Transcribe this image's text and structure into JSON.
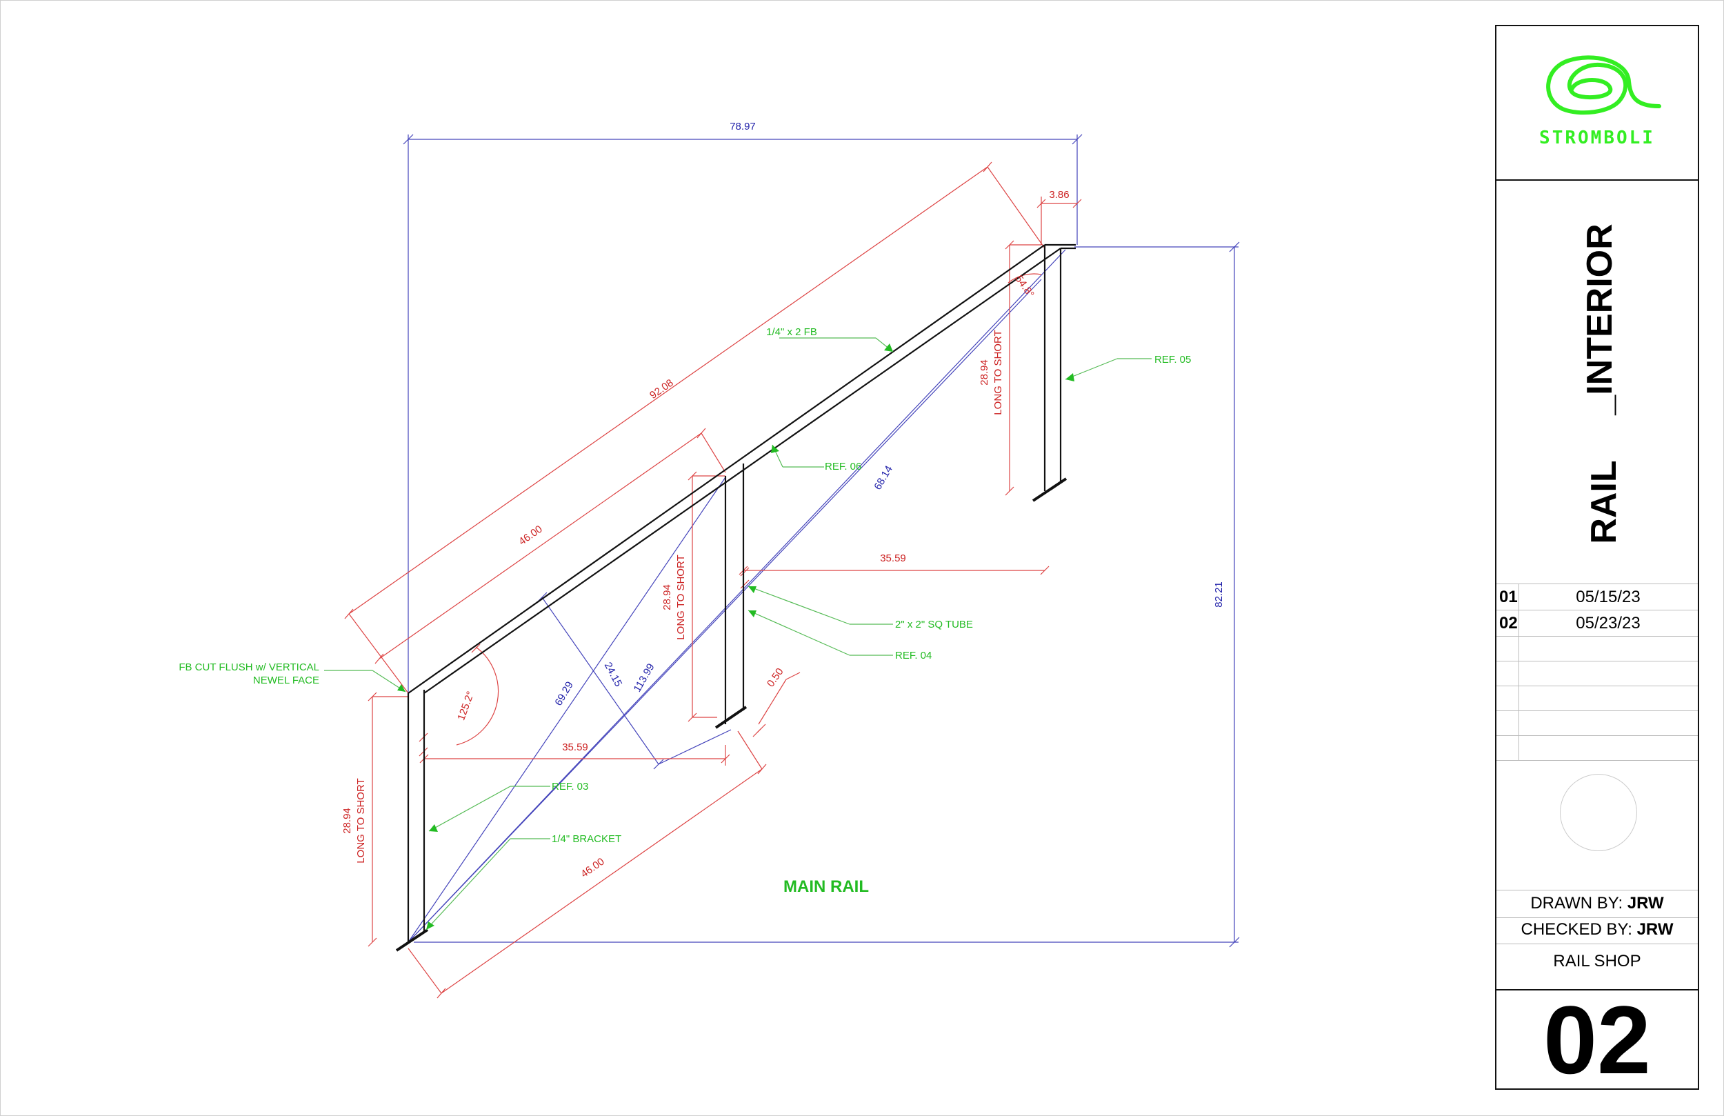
{
  "drawing": {
    "dims_red": {
      "d_92_08": "92.08",
      "d_46_00_top": "46.00",
      "d_3_86": "3.86",
      "d_54_8": "54.8°",
      "d_35_59_upper": "35.59",
      "d_35_59_lower": "35.59",
      "d_0_50": "0.50",
      "d_125_2": "125.2°",
      "d_46_00_bottom": "46.00",
      "post_height_value": "28.94",
      "post_height_note": "LONG TO SHORT"
    },
    "dims_blue": {
      "d_78_97": "78.97",
      "d_82_21": "82.21",
      "d_68_14": "68.14",
      "d_69_29": "69.29",
      "d_24_15": "24.15",
      "d_113_99": "113.99"
    },
    "callouts": {
      "fb": "1/4\" x 2 FB",
      "ref05": "REF. 05",
      "ref06": "REF. 06",
      "sq_tube": "2\" x 2\" SQ TUBE",
      "ref04": "REF. 04",
      "fb_cut_line1": "FB CUT FLUSH w/ VERTICAL",
      "fb_cut_line2": "NEWEL FACE",
      "ref03": "REF. 03",
      "bracket": "1/4\" BRACKET"
    },
    "view_title": "MAIN RAIL"
  },
  "titleblock": {
    "logo_text": "STROMBOLI",
    "title_line1": "_INTERIOR",
    "title_line2": "RAIL",
    "revisions": [
      {
        "num": "01",
        "date": "05/15/23"
      },
      {
        "num": "02",
        "date": "05/23/23"
      }
    ],
    "drawn_label": "DRAWN BY:",
    "drawn_value": "JRW",
    "checked_label": "CHECKED BY:",
    "checked_value": "JRW",
    "shop": "RAIL SHOP",
    "sheet_number": "02"
  },
  "colors": {
    "dimension_red": "#cc2222",
    "dimension_blue": "#2222aa",
    "callout_green": "#22bb22",
    "logo_green": "#33ee22",
    "object_black": "#111111"
  }
}
